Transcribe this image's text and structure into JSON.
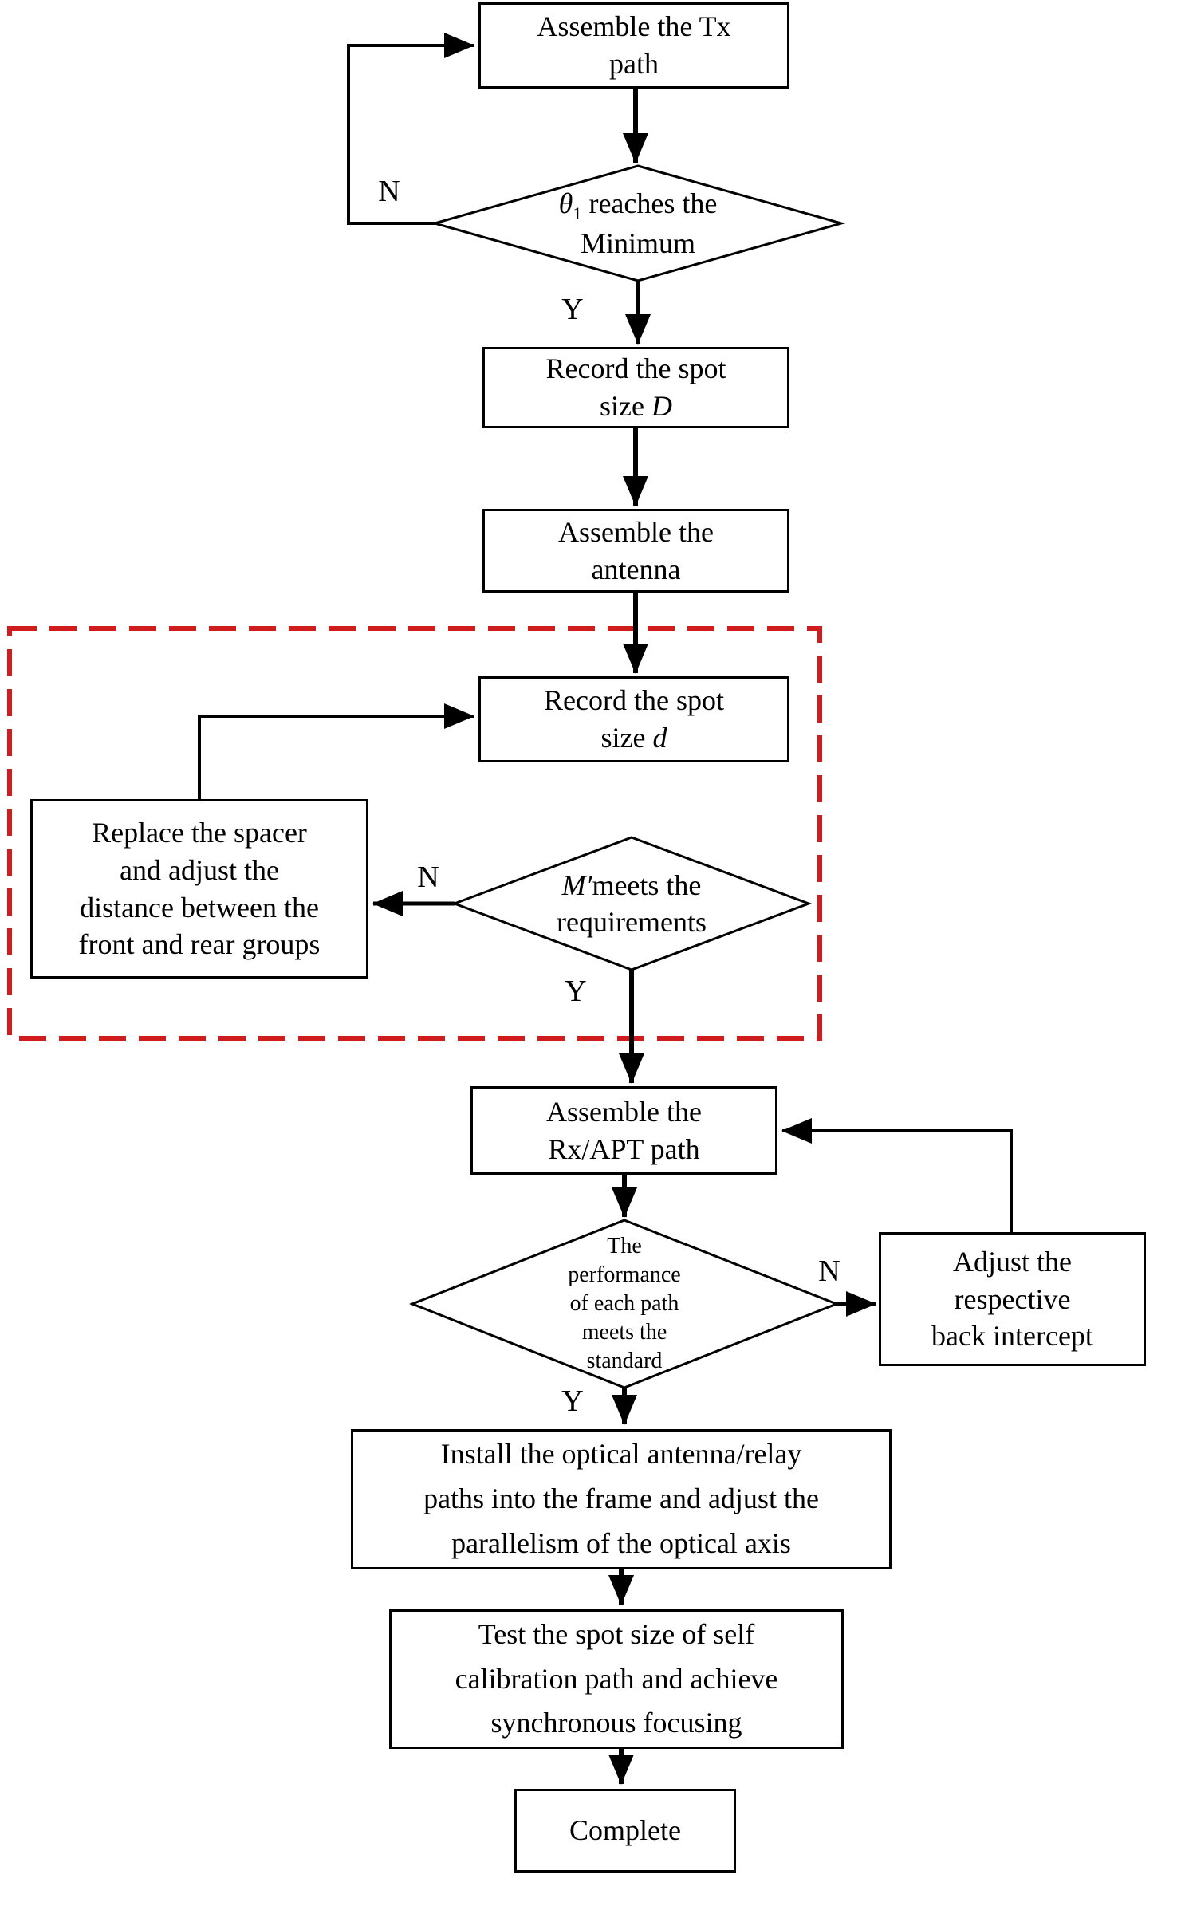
{
  "colors": {
    "stroke": "#000000",
    "dashed_region": "#cf1d1d",
    "box_fill": "#ffffff"
  },
  "nodes": {
    "assemble_tx": {
      "line1": "Assemble the Tx",
      "line2": "path"
    },
    "theta_check": {
      "var": "θ",
      "var_sub": "1",
      "line1_rest": " reaches the",
      "line2": "Minimum"
    },
    "record_spot_D": {
      "line1": "Record the spot",
      "line2_prefix": "size ",
      "line2_var": "D"
    },
    "assemble_antenna": {
      "line1": "Assemble the",
      "line2": "antenna"
    },
    "record_spot_d": {
      "line1": "Record the spot",
      "line2_prefix": "size ",
      "line2_var": "d"
    },
    "m_check": {
      "var": "M′",
      "line1_rest": "meets the",
      "line2": "requirements"
    },
    "replace_spacer": {
      "line1": "Replace the spacer",
      "line2": "and adjust the",
      "line3": "distance between the",
      "line4": "front and rear groups"
    },
    "assemble_rx": {
      "line1": "Assemble the",
      "line2": "Rx/APT path"
    },
    "performance_check": {
      "line1": "The",
      "line2": "performance",
      "line3": "of each path",
      "line4": "meets the",
      "line5": "standard"
    },
    "adjust_intercept": {
      "line1": "Adjust the",
      "line2": "respective",
      "line3": "back intercept"
    },
    "install_frame": {
      "line1": "Install the optical antenna/relay",
      "line2": "paths into the frame and adjust the",
      "line3": "parallelism of the optical axis"
    },
    "test_spot": {
      "line1": "Test the spot size of self",
      "line2": "calibration path and achieve",
      "line3": "synchronous focusing"
    },
    "complete": {
      "line1": "Complete"
    }
  },
  "branch_labels": {
    "theta_no": "N",
    "theta_yes": "Y",
    "m_no": "N",
    "m_yes": "Y",
    "performance_no": "N",
    "performance_yes": "Y"
  }
}
